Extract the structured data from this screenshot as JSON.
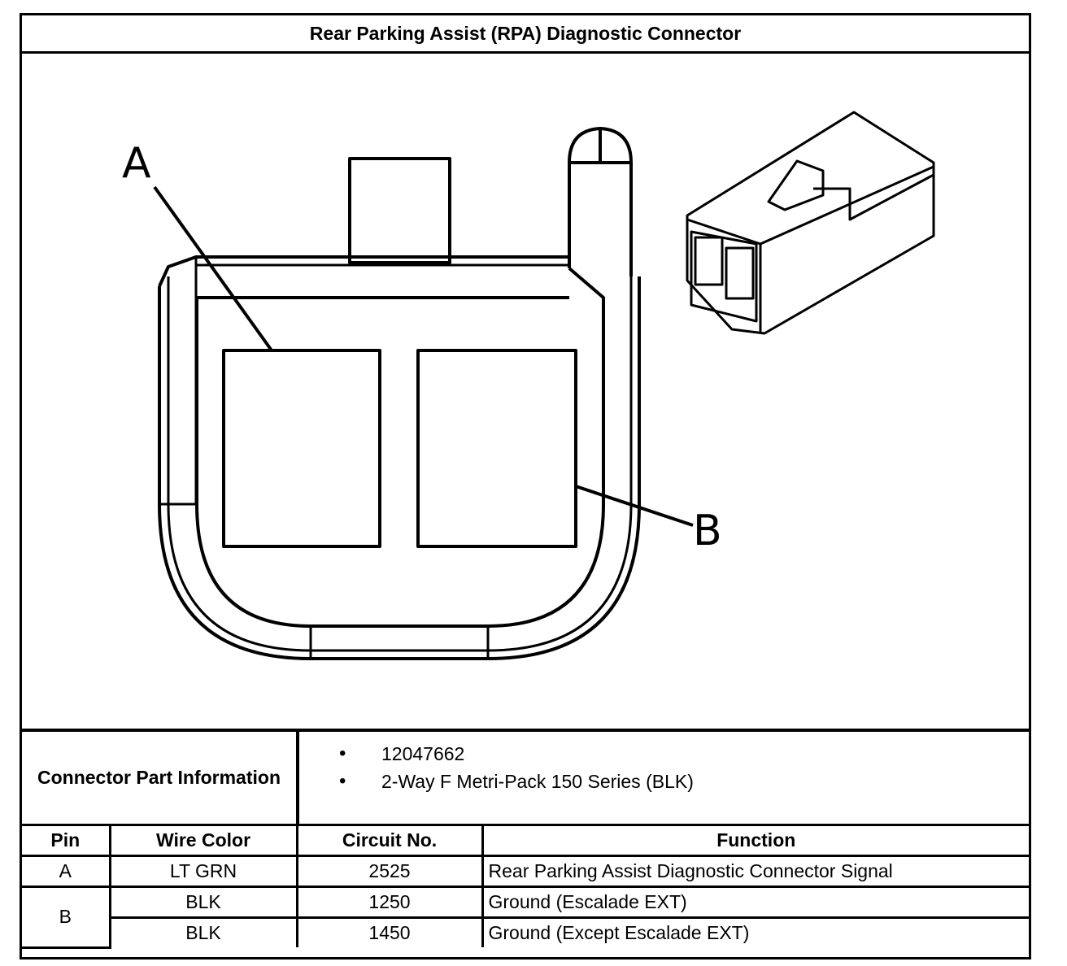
{
  "title": "Rear Parking Assist (RPA) Diagnostic Connector",
  "diagram": {
    "pin_labels": [
      "A",
      "B"
    ]
  },
  "connector_info": {
    "label": "Connector Part Information",
    "items": [
      "12047662",
      "2-Way F Metri-Pack 150 Series (BLK)"
    ]
  },
  "pin_table": {
    "headers": [
      "Pin",
      "Wire Color",
      "Circuit No.",
      "Function"
    ],
    "rows": [
      {
        "pin": "A",
        "wire_color": "LT GRN",
        "circuit": "2525",
        "function": "Rear Parking Assist Diagnostic Connector Signal"
      },
      {
        "pin": "B",
        "wire_color": "BLK",
        "circuit": "1250",
        "function": "Ground (Escalade EXT)"
      },
      {
        "pin": "",
        "wire_color": "BLK",
        "circuit": "1450",
        "function": "Ground (Except Escalade EXT)"
      }
    ]
  }
}
